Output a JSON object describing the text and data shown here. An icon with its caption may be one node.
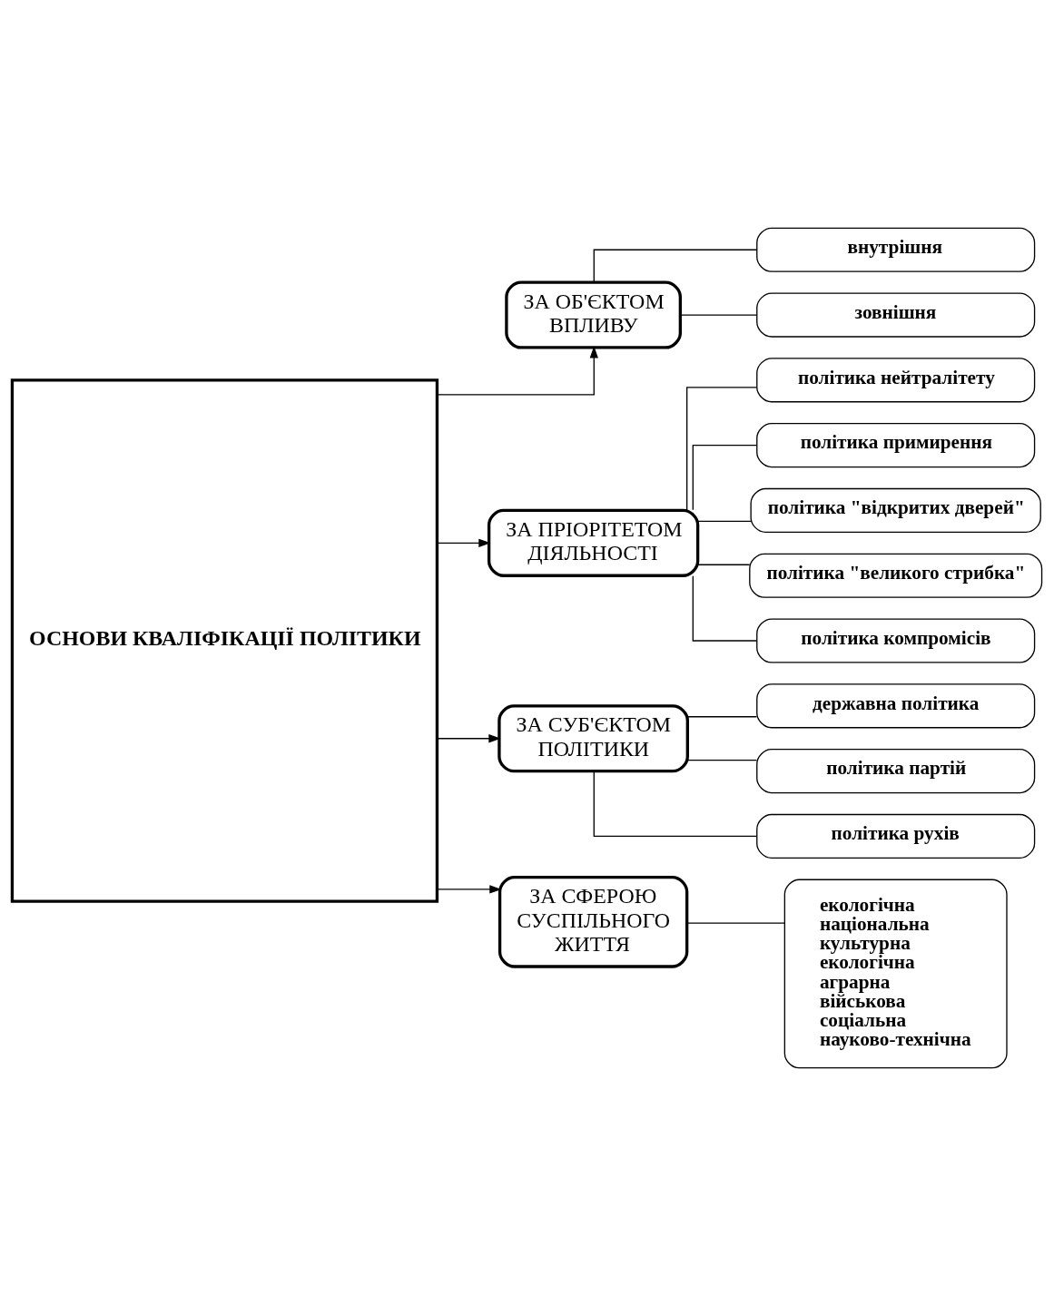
{
  "diagram": {
    "nodes": [
      {
        "text": [
          "ОСНОВИ КВАЛІФІКАЦІЇ ПОЛІТИКИ"
        ]
      },
      {
        "text": [
          "ЗА ОБ'ЄКТОМ ВПЛИВУ"
        ]
      },
      {
        "text": [
          "внутрішня"
        ]
      },
      {
        "text": [
          "зовнішня"
        ]
      },
      {
        "text": [
          "політика нейтралітету"
        ]
      },
      {
        "text": [
          "ЗА ПРІОРІТЕТОМ ДІЯЛЬНОСТІ"
        ]
      },
      {
        "text": [
          "політика примирення"
        ]
      },
      {
        "text": [
          "політика \"відкритих дверей\""
        ]
      },
      {
        "text": [
          "політика \"великого стрибка\""
        ]
      },
      {
        "text": [
          "політика компромісів"
        ]
      },
      {
        "text": [
          "ЗА СУБ'ЄКТОМ ПОЛІТИКИ"
        ]
      },
      {
        "text": [
          "державна політика"
        ]
      },
      {
        "text": [
          "політика партій"
        ]
      },
      {
        "text": [
          "політика рухів"
        ]
      },
      {
        "text": [
          "ЗА СФЕРОЮ СУСПІЛЬНОГО ЖИТТЯ"
        ]
      },
      {
        "text": [
          "екологічна",
          "національна",
          "культурна",
          "екологічна",
          "аграрна",
          "військова",
          "соціальна",
          "науково-технічна"
        ]
      }
    ],
    "edges": [
      {
        "from": 0,
        "to": 1,
        "arrow": "to"
      },
      {
        "from": 0,
        "to": 5,
        "arrow": "to"
      },
      {
        "from": 0,
        "to": 10,
        "arrow": "to"
      },
      {
        "from": 0,
        "to": 14,
        "arrow": "to"
      },
      {
        "from": 1,
        "to": 2,
        "arrow": "none"
      },
      {
        "from": 1,
        "to": 3,
        "arrow": "none"
      },
      {
        "from": 5,
        "to": 4,
        "arrow": "none"
      },
      {
        "from": 5,
        "to": 6,
        "arrow": "none"
      },
      {
        "from": 5,
        "to": 7,
        "arrow": "none"
      },
      {
        "from": 5,
        "to": 8,
        "arrow": "none"
      },
      {
        "from": 5,
        "to": 9,
        "arrow": "none"
      },
      {
        "from": 10,
        "to": 11,
        "arrow": "none"
      },
      {
        "from": 10,
        "to": 12,
        "arrow": "none"
      },
      {
        "from": 10,
        "to": 13,
        "arrow": "none"
      },
      {
        "from": 14,
        "to": 15,
        "arrow": "none"
      }
    ]
  }
}
